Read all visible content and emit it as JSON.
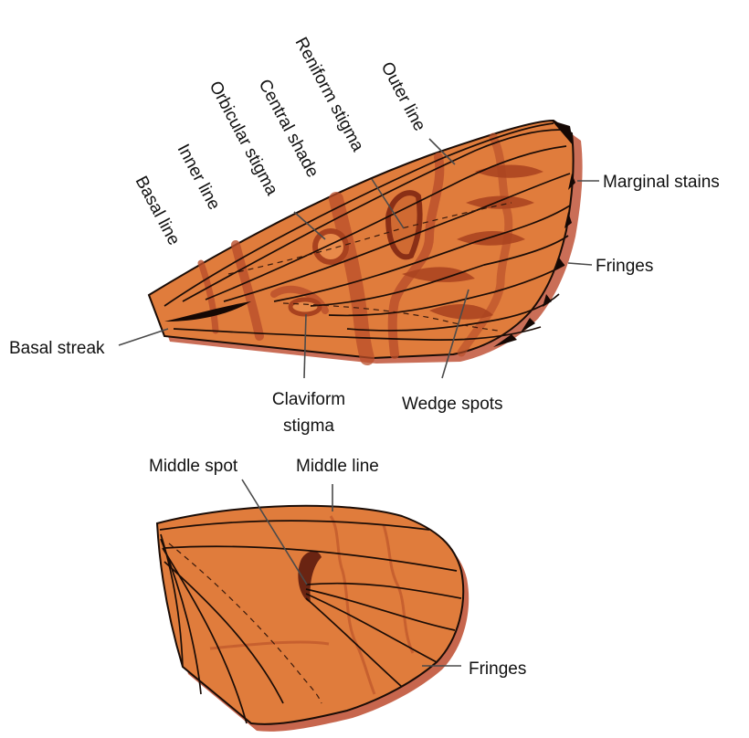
{
  "colors": {
    "wing_fill": "#e07c3c",
    "wing_dark_band": "#b94e2a",
    "wing_stain": "#7a2a14",
    "wing_outline": "#1a0c06",
    "fringe_shadow": "#c1553a",
    "leader_line": "#4a4a4a",
    "background": "#ffffff"
  },
  "forewing_labels": {
    "basal_line": "Basal line",
    "inner_line": "Inner line",
    "orbicular_stigma": "Orbicular stigma",
    "central_shade": "Central shade",
    "reniform_stigma": "Reniform stigma",
    "outer_line": "Outer line",
    "marginal_stains": "Marginal stains",
    "fringes": "Fringes",
    "basal_streak": "Basal streak",
    "claviform_stigma_line1": "Claviform",
    "claviform_stigma_line2": "stigma",
    "wedge_spots": "Wedge spots"
  },
  "hindwing_labels": {
    "middle_spot": "Middle spot",
    "middle_line": "Middle line",
    "fringes": "Fringes"
  }
}
